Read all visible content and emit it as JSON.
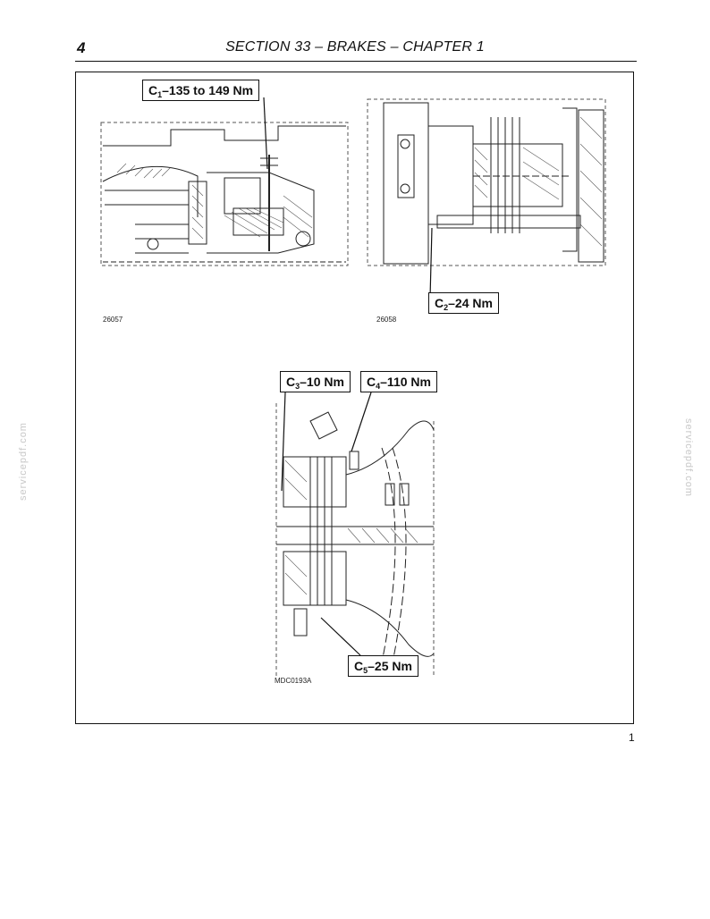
{
  "header": {
    "page_number": "4",
    "title": "SECTION 33 – BRAKES – CHAPTER 1"
  },
  "figures": {
    "fig_a": {
      "ref": "26057"
    },
    "fig_b": {
      "ref": "26058"
    },
    "fig_c": {
      "ref": "MDC0193A"
    }
  },
  "callouts": {
    "c1": {
      "prefix": "C",
      "sub": "1",
      "value": "–135 to 149 Nm"
    },
    "c2": {
      "prefix": "C",
      "sub": "2",
      "value": "–24 Nm"
    },
    "c3": {
      "prefix": "C",
      "sub": "3",
      "value": "–10 Nm"
    },
    "c4": {
      "prefix": "C",
      "sub": "4",
      "value": "–110 Nm"
    },
    "c5": {
      "prefix": "C",
      "sub": "5",
      "value": "–25 Nm"
    }
  },
  "figure_number": "1",
  "watermark": "servicepdf.com"
}
